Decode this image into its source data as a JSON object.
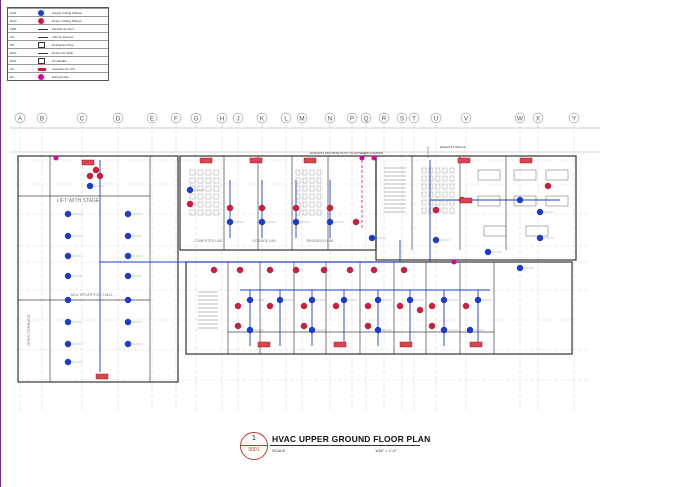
{
  "legend": {
    "rows": [
      {
        "code": "SCD",
        "symbol": "circ-blue",
        "desc": "Supply Ceiling Diffuser"
      },
      {
        "code": "RCD",
        "symbol": "circ-red",
        "desc": "Return Ceiling Diffuser"
      },
      {
        "code": "FRD",
        "symbol": "line",
        "desc": "Flexible Air Duct"
      },
      {
        "code": "VD",
        "symbol": "line",
        "desc": "Volume Damper"
      },
      {
        "code": "RP",
        "symbol": "box",
        "desc": "Refrigerant Pipe"
      },
      {
        "code": "RAG",
        "symbol": "line",
        "desc": "Return Air Grille"
      },
      {
        "code": "DAH",
        "symbol": "box",
        "desc": "Air Handler"
      },
      {
        "code": "AC",
        "symbol": "rect-red",
        "desc": "Cassette AC Unit"
      },
      {
        "code": "EF",
        "symbol": "circ-mag",
        "desc": "Exhaust Fan"
      }
    ]
  },
  "grid": {
    "columns": [
      "A",
      "B",
      "C",
      "D",
      "E",
      "F",
      "G",
      "H",
      "J",
      "K",
      "L",
      "M",
      "N",
      "P",
      "Q",
      "R",
      "S",
      "T",
      "U",
      "V",
      "W",
      "X",
      "Y"
    ]
  },
  "rooms": {
    "left_stage": "LIFT WITH STAGE",
    "left_lower": "MULTIPURPOSE HALL",
    "left_side": "OPEN TERRACE",
    "mid_lab_1": "COMPUTER LAB",
    "mid_lab_2": "SCIENCE LAB",
    "mid_lab_3": "RESEARCH LAB"
  },
  "annotations": {
    "note_1": "EXHAUST FAN WITH DUCT TO EXTERIOR DAMPER",
    "note_2": "EXHAUST GRILLE"
  },
  "title_block": {
    "number": "1",
    "sheet": "0001",
    "title": "HVAC UPPER GROUND FLOOR PLAN",
    "scale_label": "SCALE",
    "scale_value": "1/16\" = 1'-0\""
  }
}
